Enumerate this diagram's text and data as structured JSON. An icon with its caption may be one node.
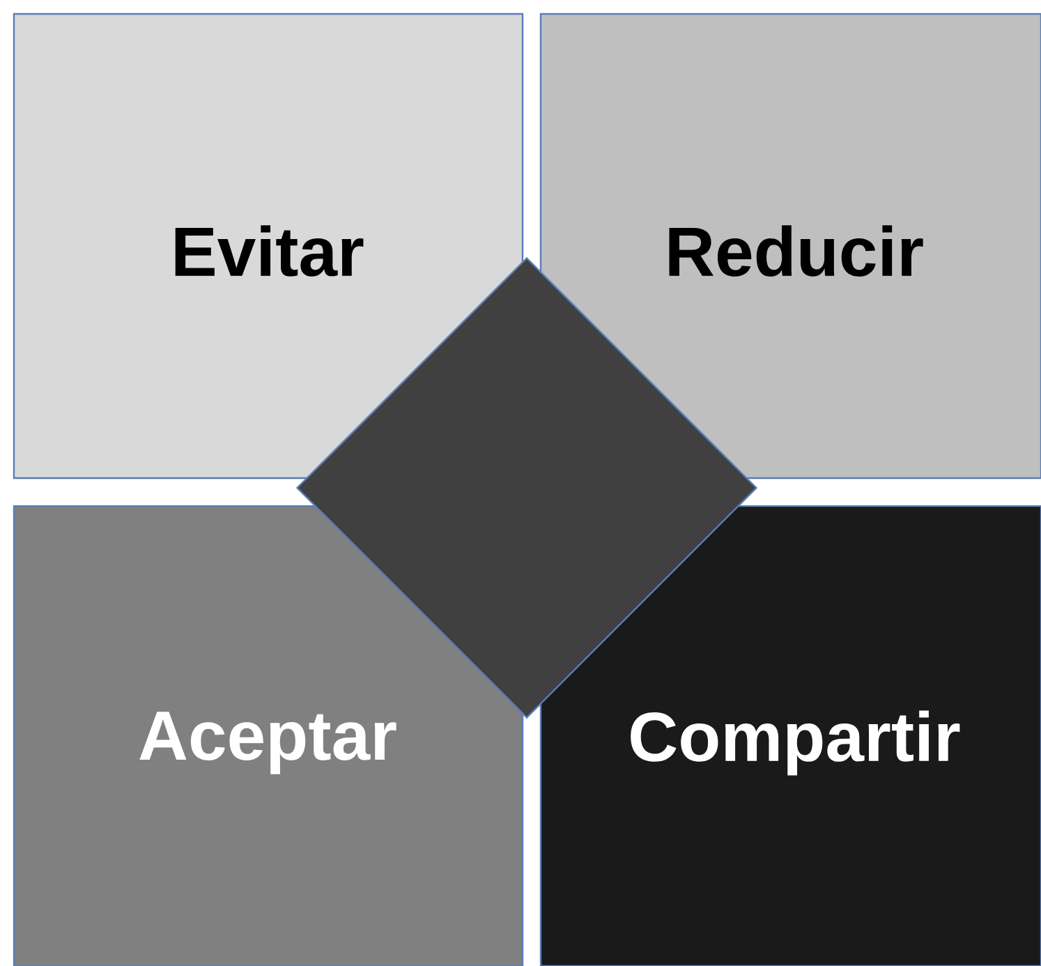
{
  "diagram": {
    "nodes": [
      {
        "text": [
          "Evitar"
        ]
      },
      {
        "text": [
          "Reducir"
        ]
      },
      {
        "text": [
          "Aceptar"
        ]
      },
      {
        "text": [
          "Compartir"
        ]
      },
      {
        "text": [],
        "shape": "diamond"
      }
    ]
  }
}
